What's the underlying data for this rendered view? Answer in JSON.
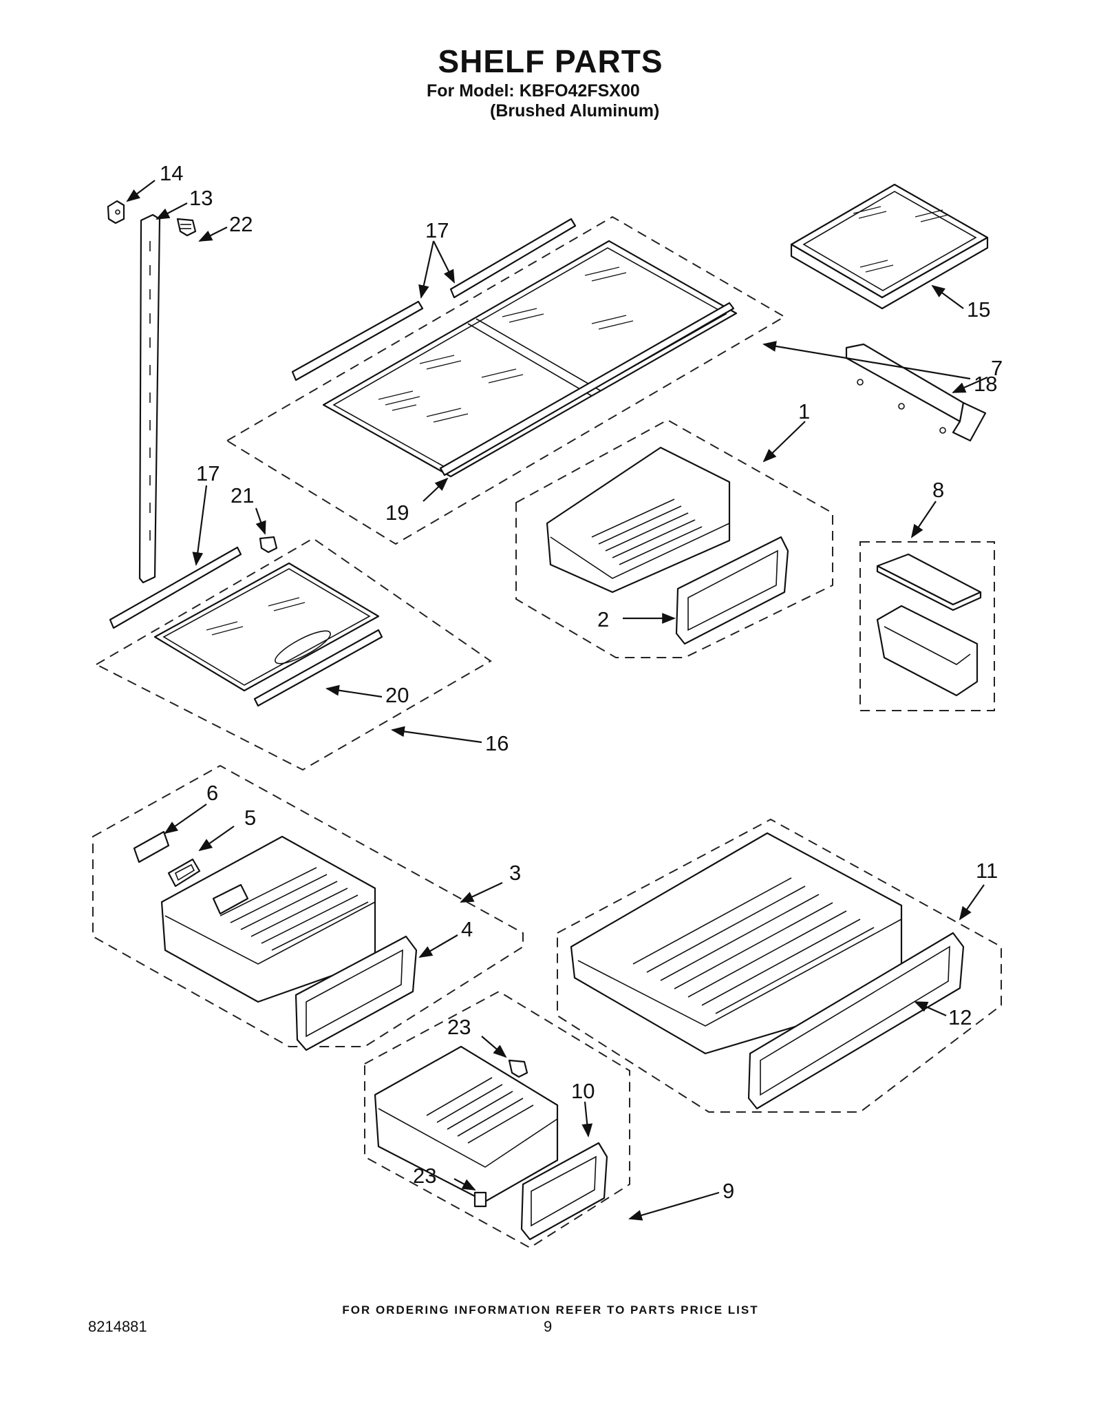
{
  "header": {
    "title": "SHELF PARTS",
    "model_line": "For Model: KBFO42FSX00",
    "finish_line": "(Brushed Aluminum)"
  },
  "callouts": {
    "c1": "1",
    "c2": "2",
    "c3": "3",
    "c4": "4",
    "c5": "5",
    "c6": "6",
    "c7": "7",
    "c8": "8",
    "c9": "9",
    "c10": "10",
    "c11": "11",
    "c12": "12",
    "c13": "13",
    "c14": "14",
    "c15": "15",
    "c16": "16",
    "c17a": "17",
    "c17b": "17",
    "c18": "18",
    "c19": "19",
    "c20": "20",
    "c21": "21",
    "c22": "22",
    "c23a": "23",
    "c23b": "23"
  },
  "footer": {
    "note": "FOR ORDERING INFORMATION REFER TO PARTS PRICE LIST",
    "doc_number": "8214881",
    "page_number": "9"
  }
}
